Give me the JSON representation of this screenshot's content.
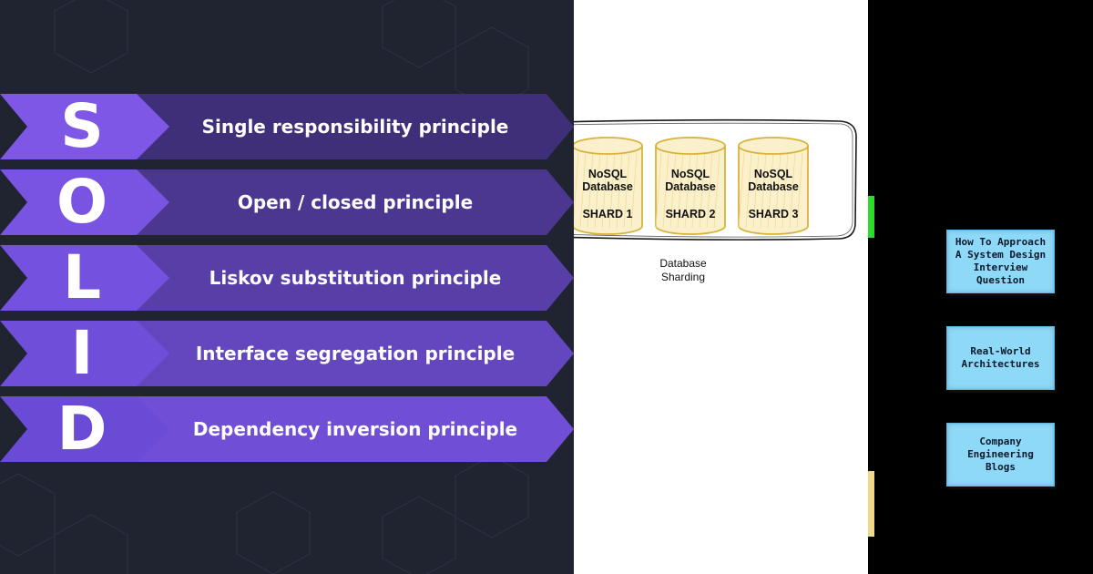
{
  "solid": {
    "rows": [
      {
        "letter": "S",
        "label": "Single responsibility principle"
      },
      {
        "letter": "O",
        "label": "Open / closed principle"
      },
      {
        "letter": "L",
        "label": "Liskov substitution principle"
      },
      {
        "letter": "I",
        "label": "Interface segregation principle"
      },
      {
        "letter": "D",
        "label": "Dependency inversion principle"
      }
    ],
    "colors": {
      "background": "#202330",
      "letter_chevron": [
        "#7e57e6",
        "#7954e2",
        "#7451de",
        "#6f4eda",
        "#6a4bd6"
      ],
      "label_banner": [
        "#3f2f78",
        "#4b3790",
        "#583fa8",
        "#6447be",
        "#714ed6"
      ]
    }
  },
  "sharding": {
    "databases": [
      {
        "name_line1": "NoSQL",
        "name_line2": "Database",
        "shard": "SHARD 1"
      },
      {
        "name_line1": "NoSQL",
        "name_line2": "Database",
        "shard": "SHARD 2"
      },
      {
        "name_line1": "NoSQL",
        "name_line2": "Database",
        "shard": "SHARD 3"
      }
    ],
    "caption_line1": "Database",
    "caption_line2": "Sharding",
    "colors": {
      "cylinder_fill": "#faf0cc",
      "cylinder_stroke": "#d8b33a"
    }
  },
  "notes": [
    {
      "text": "How To Approach A System Design Interview Question"
    },
    {
      "text": "Real-World Architectures"
    },
    {
      "text": "Company Engineering Blogs"
    }
  ],
  "colors": {
    "note_fill": "#8fd9f8",
    "green_strip": "#2ddc2d",
    "yellow_strip": "#f1d98c"
  }
}
